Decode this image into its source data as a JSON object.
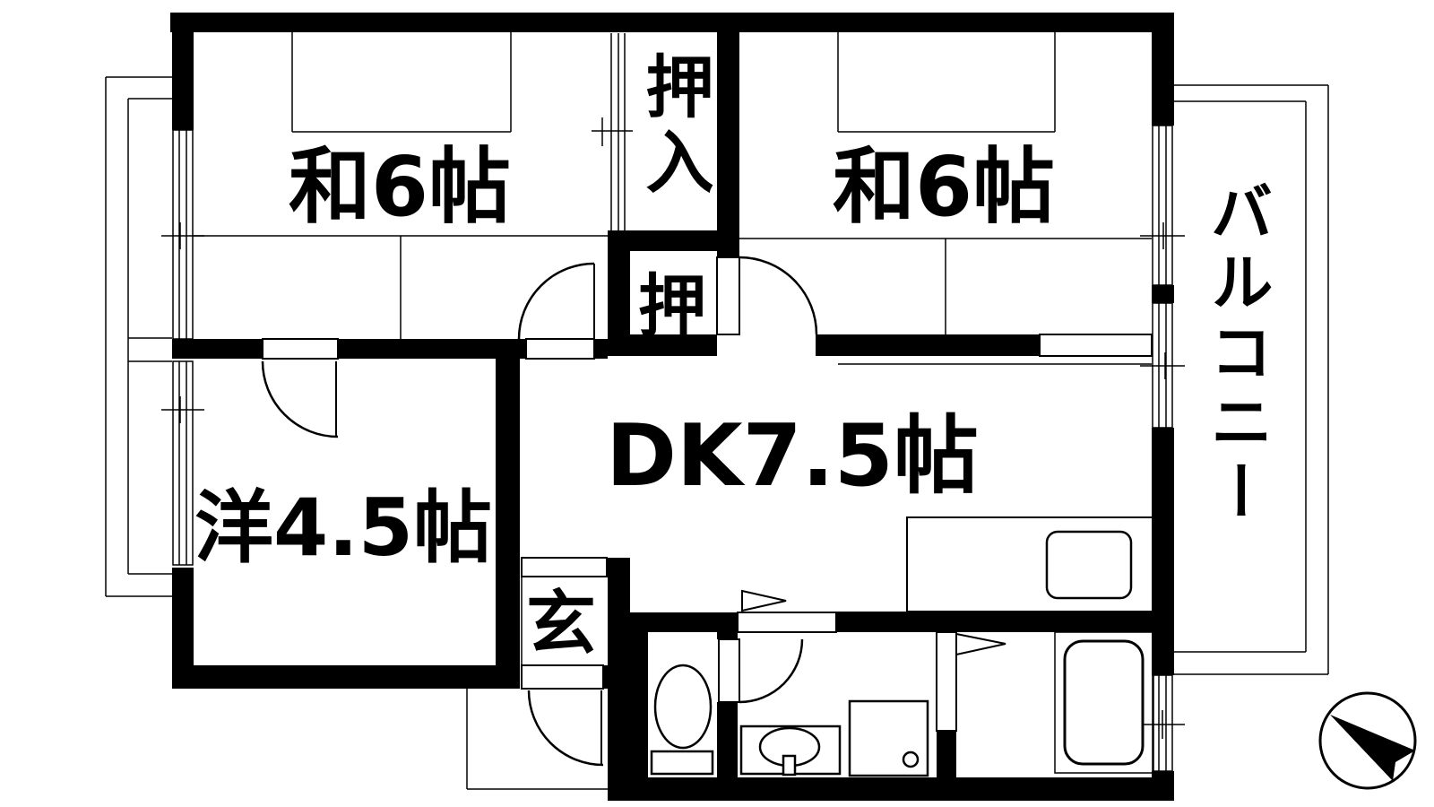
{
  "floor_plan": {
    "title": "apartment-floor-plan",
    "colors": {
      "wall": "#000000",
      "background": "#ffffff",
      "line": "#000000"
    },
    "rooms": [
      {
        "id": "japanese-room-left",
        "label": "和6帖",
        "type": "japanese-tatami-room",
        "size_jo": 6
      },
      {
        "id": "japanese-room-right",
        "label": "和6帖",
        "type": "japanese-tatami-room",
        "size_jo": 6
      },
      {
        "id": "closet-oshiire",
        "label": "押入",
        "type": "closet"
      },
      {
        "id": "closet-oshi",
        "label": "押",
        "type": "closet"
      },
      {
        "id": "western-room",
        "label": "洋4.5帖",
        "type": "western-room",
        "size_jo": 4.5
      },
      {
        "id": "dining-kitchen",
        "label": "DK7.5帖",
        "type": "dining-kitchen",
        "size_jo": 7.5
      },
      {
        "id": "genkan",
        "label": "玄",
        "type": "entrance"
      },
      {
        "id": "balcony",
        "label": "バルコニー",
        "type": "balcony"
      }
    ],
    "fixtures": [
      "kitchen-counter-with-sink",
      "bathtub",
      "toilet",
      "washbasin",
      "washing-machine-pan"
    ],
    "compass": {
      "type": "north-arrow-in-circle",
      "position": "bottom-right"
    }
  }
}
